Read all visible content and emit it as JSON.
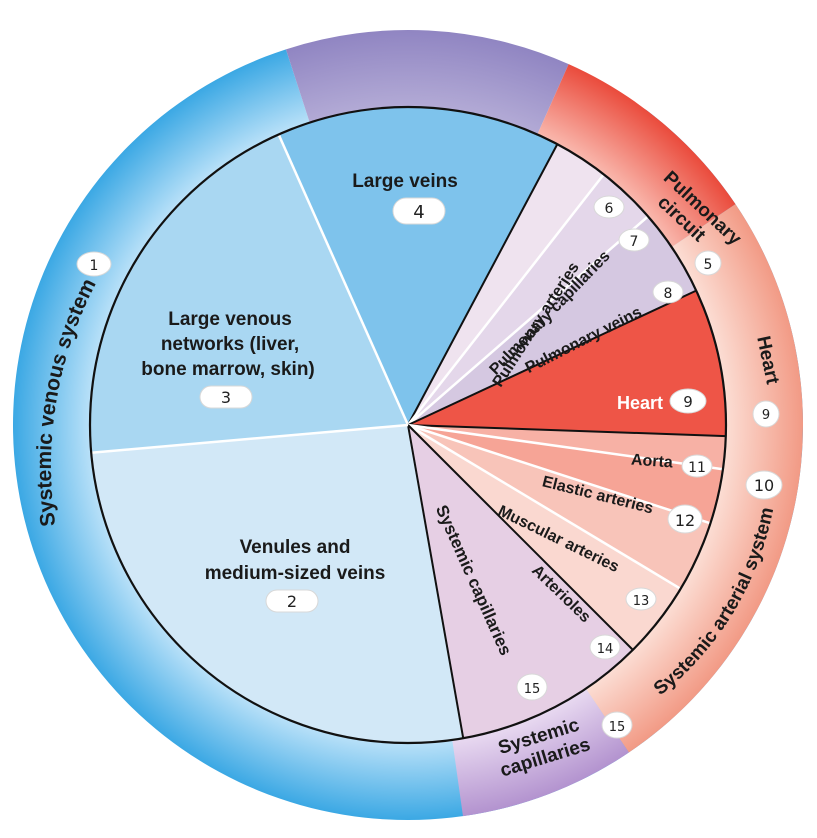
{
  "colors": {
    "venous_ring_edge": "#3ba8e4",
    "venous_ring_mid": "#9fd5f5",
    "pulmonary_ring": "#9b92c9",
    "heart_ring_edge": "#ea4b3c",
    "heart_ring_mid": "#fbb9ae",
    "arterial_ring_edge": "#f4a08c",
    "arterial_ring_mid": "#fde2da",
    "capillary_ring_edge": "#b89ad1",
    "capillary_ring_mid": "#ede0f3",
    "large_veins": "#7ec3ec",
    "large_venous_networks": "#a9d7f2",
    "venules": "#d2e8f7",
    "systemic_capillaries": "#e6cfe4",
    "pulmonary_arteries": "#efe3ef",
    "pulmonary_capillaries": "#e4d7ea",
    "pulmonary_veins": "#d5c8e1",
    "heart": "#ee5547",
    "aorta": "#f7b1a5",
    "elastic_arteries": "#f6a496",
    "muscular_arteries": "#f8c4b9",
    "arterioles": "#fad8d0",
    "outline": "#111111"
  },
  "outer_ring": [
    {
      "id": "systemic-venous-system",
      "label": "Systemic venous system",
      "note": "1",
      "start": 37,
      "end": 342
    },
    {
      "id": "pulmonary-circuit",
      "label_lines": [
        "Pulmonary",
        "circuit"
      ],
      "note": "5",
      "start": 342,
      "end": 24
    },
    {
      "id": "heart-ring",
      "label": "Heart",
      "note": "9",
      "start": 24,
      "end": 56
    },
    {
      "id": "systemic-arterial-system",
      "label": "Systemic arterial system",
      "note": "10",
      "start": 56,
      "end": 146
    },
    {
      "id": "systemic-capillaries-ring",
      "label_lines": [
        "Systemic",
        "capillaries"
      ],
      "note": "15",
      "start": 146,
      "end": 172
    }
  ],
  "sectors": [
    {
      "id": "large-veins",
      "label_lines": [
        "Large veins"
      ],
      "note": "4",
      "start": 336,
      "end": 28
    },
    {
      "id": "pulmonary-arteries",
      "label": "Pulmonary arteries",
      "note": "6",
      "start": 28,
      "end": 38
    },
    {
      "id": "pulmonary-capillaries",
      "label": "Pulmonary capillaries",
      "note": "7",
      "start": 38,
      "end": 49
    },
    {
      "id": "pulmonary-veins",
      "label": "Pulmonary veins",
      "note": "8",
      "start": 49,
      "end": 65
    },
    {
      "id": "heart",
      "label": "Heart",
      "note": "9",
      "start": 65,
      "end": 92
    },
    {
      "id": "aorta",
      "label": "Aorta",
      "note": "11",
      "start": 92,
      "end": 98
    },
    {
      "id": "elastic-arteries",
      "label": "Elastic arteries",
      "note": "12",
      "start": 98,
      "end": 108
    },
    {
      "id": "muscular-arteries",
      "label": "Muscular arteries",
      "note": "13",
      "start": 108,
      "end": 121
    },
    {
      "id": "arterioles",
      "label": "Arterioles",
      "note": "14",
      "start": 121,
      "end": 135
    },
    {
      "id": "systemic-capillaries",
      "label": "Systemic capillaries",
      "note": "15",
      "start": 135,
      "end": 170
    },
    {
      "id": "venules",
      "label_lines": [
        "Venules and",
        "medium-sized veins"
      ],
      "note": "2",
      "start": 170,
      "end": 265
    },
    {
      "id": "large-venous-networks",
      "label_lines": [
        "Large venous",
        "networks (liver,",
        "bone marrow, skin)"
      ],
      "note": "3",
      "start": 265,
      "end": 336
    }
  ]
}
